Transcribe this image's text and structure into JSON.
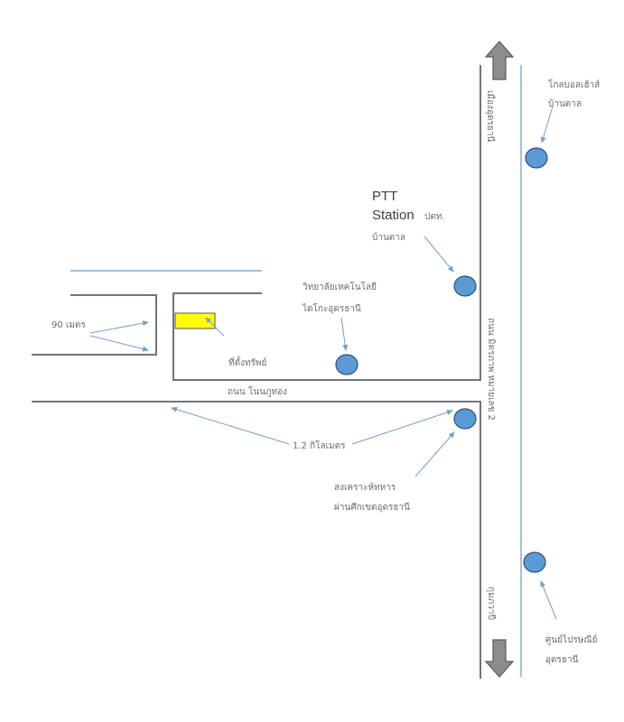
{
  "colors": {
    "road_dark": "#6d7580",
    "road_light": "#9dc3e6",
    "marker": "#5b9bd5",
    "marker_stroke": "#2f4f7a",
    "property": "#ffff00",
    "arrow": "#6fa0d0",
    "direction_arrow": "#8c8c8c"
  },
  "labels": {
    "north_direction": "เมืองอุดรธานี",
    "south_direction": "กุมภวาปี",
    "main_road": "ถนน มิตรภาพ หมายเลข 2",
    "side_road": "ถนน โนนภูทอง",
    "golf_line1": "โกลบอลเฮ้าส์",
    "golf_line2": "บ้านตาล",
    "ptt_line1": "PTT",
    "ptt_line2": "Station",
    "ptt_line2_suffix": "ปตท.",
    "ptt_line3": "บ้านตาล",
    "college_line1": "วิทยาลัยเทคโนโลยี",
    "college_line2": "ไดโกะอุดรธานี",
    "distance_90": "90 เมตร",
    "property": "ที่ตั้งทรัพย์",
    "distance_1_2": "1.2 กิโลเมตร",
    "welfare_line1": "สงเคราะห์ทหาร",
    "welfare_line2": "ผ่านศึกเขตอุดรธานี",
    "post_line1": "ศูนย์ไปรษณีย์",
    "post_line2": "อุดรธานี"
  }
}
